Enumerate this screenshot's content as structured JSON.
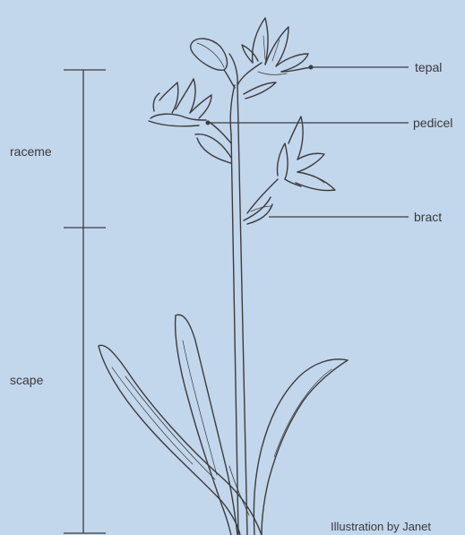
{
  "labels": {
    "tepal": "tepal",
    "pedicel": "pedicel",
    "bract": "bract",
    "raceme": "raceme",
    "scape": "scape"
  },
  "credit": "Illustration by Janet",
  "colors": {
    "background": "#c2d6ec",
    "ink": "#3c3c3c",
    "text": "#3a3a3a"
  }
}
